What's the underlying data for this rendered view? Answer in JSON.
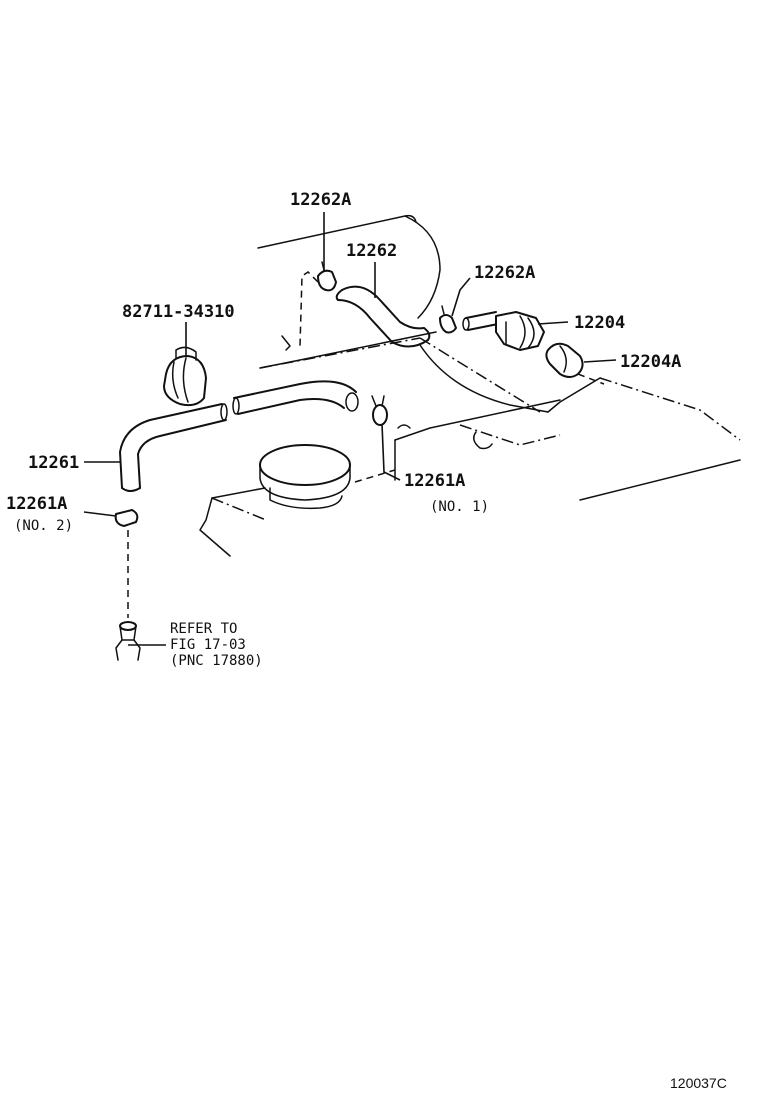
{
  "labels": {
    "p12262A_top": "12262A",
    "p12262": "12262",
    "p12262A_right": "12262A",
    "p12204": "12204",
    "p12204A": "12204A",
    "p82711": "82711-34310",
    "p12261": "12261",
    "p12261A_no1": "12261A",
    "p12261A_no1_sub": "(NO. 1)",
    "p12261A_no2": "12261A",
    "p12261A_no2_sub": "(NO. 2)"
  },
  "reference": {
    "line1": "REFER TO",
    "line2": "FIG 17-03",
    "line3": "(PNC 17880)"
  },
  "figure_code": "120037C"
}
